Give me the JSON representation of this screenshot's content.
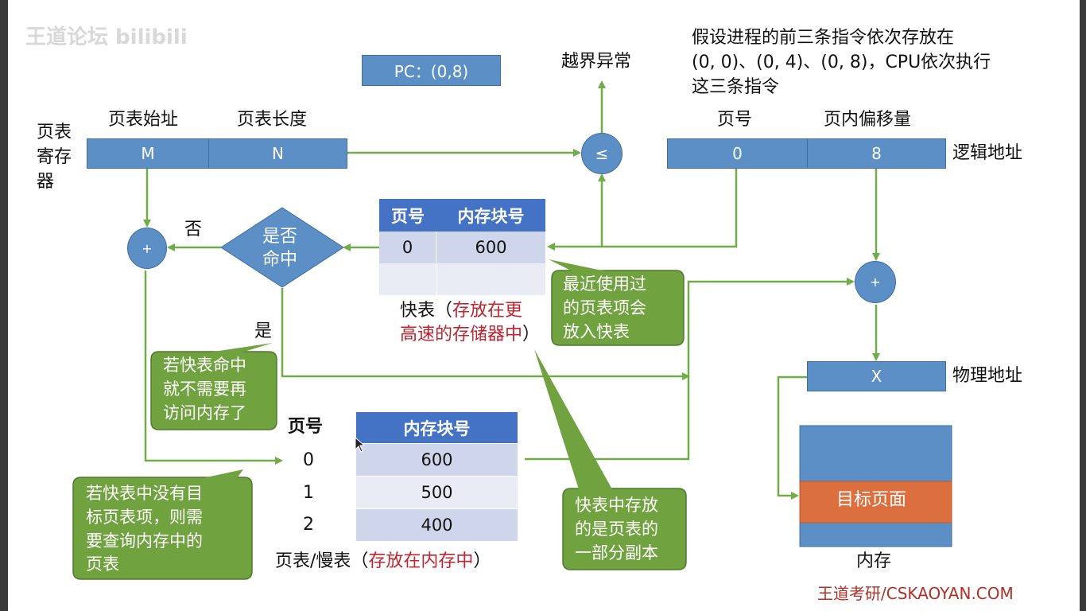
{
  "watermark": "王道论坛 bilibili",
  "pc_label": "PC：(0,8)",
  "overflow_label": "越界异常",
  "note": [
    "假设进程的前三条指令依次存放在",
    "(0, 0)、(0, 4)、(0, 8)，CPU依次执行",
    "这三条指令"
  ],
  "ptr": {
    "label": [
      "页表",
      "寄存",
      "器"
    ],
    "start_header": "页表始址",
    "len_header": "页表长度",
    "start_value": "M",
    "len_value": "N"
  },
  "compare_symbol": "≤",
  "logical": {
    "page_header": "页号",
    "offset_header": "页内偏移量",
    "page_value": "0",
    "offset_value": "8",
    "label": "逻辑地址"
  },
  "tlb": {
    "headers": [
      "页号",
      "内存块号"
    ],
    "rows": [
      [
        "0",
        "600"
      ],
      [
        "",
        ""
      ]
    ],
    "caption_prefix": "快表（",
    "caption_red_1": "存放在更",
    "caption_red_2": "高速的存储器中",
    "caption_suffix": "）"
  },
  "decision": {
    "line1": "是否",
    "line2": "命中",
    "no": "否",
    "yes": "是"
  },
  "plus": "+",
  "callouts": {
    "recent": [
      "最近使用过",
      "的页表项会",
      "放入快表"
    ],
    "hit": [
      "若快表命中",
      "就不需要再",
      "访问内存了"
    ],
    "miss": [
      "若快表中没有目",
      "标页表项，则需",
      "要查询内存中的",
      "页表"
    ],
    "copy": [
      "快表中存放",
      "的是页表的",
      "一部分副本"
    ]
  },
  "physical": {
    "value": "X",
    "label": "物理地址"
  },
  "page_table": {
    "page_header": "页号",
    "block_header": "内存块号",
    "rows": [
      [
        "0",
        "600"
      ],
      [
        "1",
        "500"
      ],
      [
        "2",
        "400"
      ]
    ],
    "caption_prefix": "页表/慢表（",
    "caption_red": "存放在内存中",
    "caption_suffix": "）"
  },
  "memory": {
    "target": "目标页面",
    "label": "内存"
  },
  "footer_brand": "王道考研/CSKAOYAN.COM",
  "colors": {
    "blue": "#5b8fc6",
    "green_arrow": "#70ad47",
    "callout_green": "#70a33f",
    "orange": "#dc6f3e",
    "red_text": "#c0242f",
    "header_blue": "#4472c4"
  }
}
